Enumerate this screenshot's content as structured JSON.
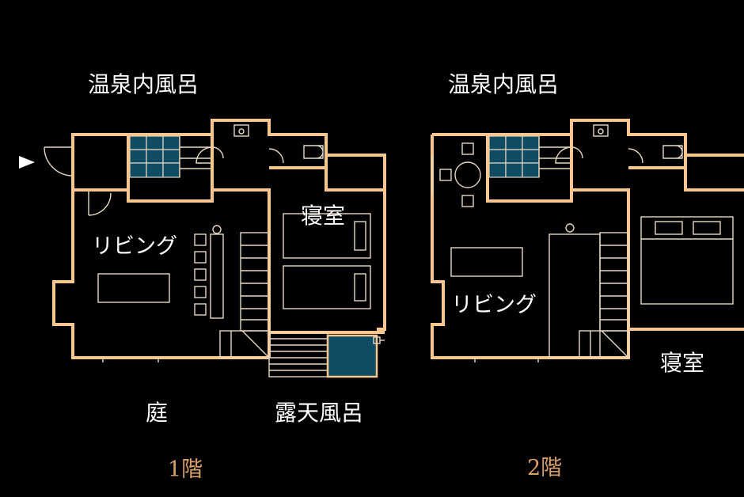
{
  "colors": {
    "wall": "#f6c68e",
    "line": "#e8d7bf",
    "water": "#0f4c63",
    "text": "#ffffff",
    "floor_label": "#d9a06a",
    "background": "#000000"
  },
  "floor1": {
    "bath_indoor": "温泉内風呂",
    "living": "リビング",
    "bedroom": "寝室",
    "garden": "庭",
    "bath_outdoor": "露天風呂",
    "floor_label": "1階"
  },
  "floor2": {
    "bath_indoor": "温泉内風呂",
    "living": "リビング",
    "bedroom": "寝室",
    "floor_label": "2階"
  },
  "entrance_icon": "arrow-right-icon"
}
